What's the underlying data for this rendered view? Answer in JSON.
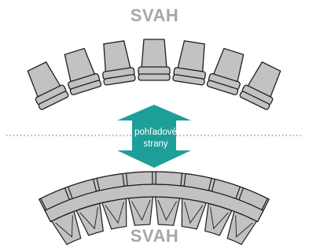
{
  "top_label": "SVAH",
  "bottom_label": "SVAH",
  "arrow_text_line1": "pohľadové",
  "arrow_text_line2": "strany",
  "colors": {
    "label": "#a7a7a7",
    "seat_fill": "#c2c2c2",
    "seat_stroke": "#1f1f1f",
    "arrow": "#1e9e98",
    "arrow_text": "#ffffff",
    "dotted_line": "#9a9a9a"
  },
  "top_row": {
    "seat_count": 7,
    "description_icon": "separate-seat-icon"
  },
  "bottom_row": {
    "seat_count": 8,
    "description_icon": "connected-seat-icon"
  }
}
